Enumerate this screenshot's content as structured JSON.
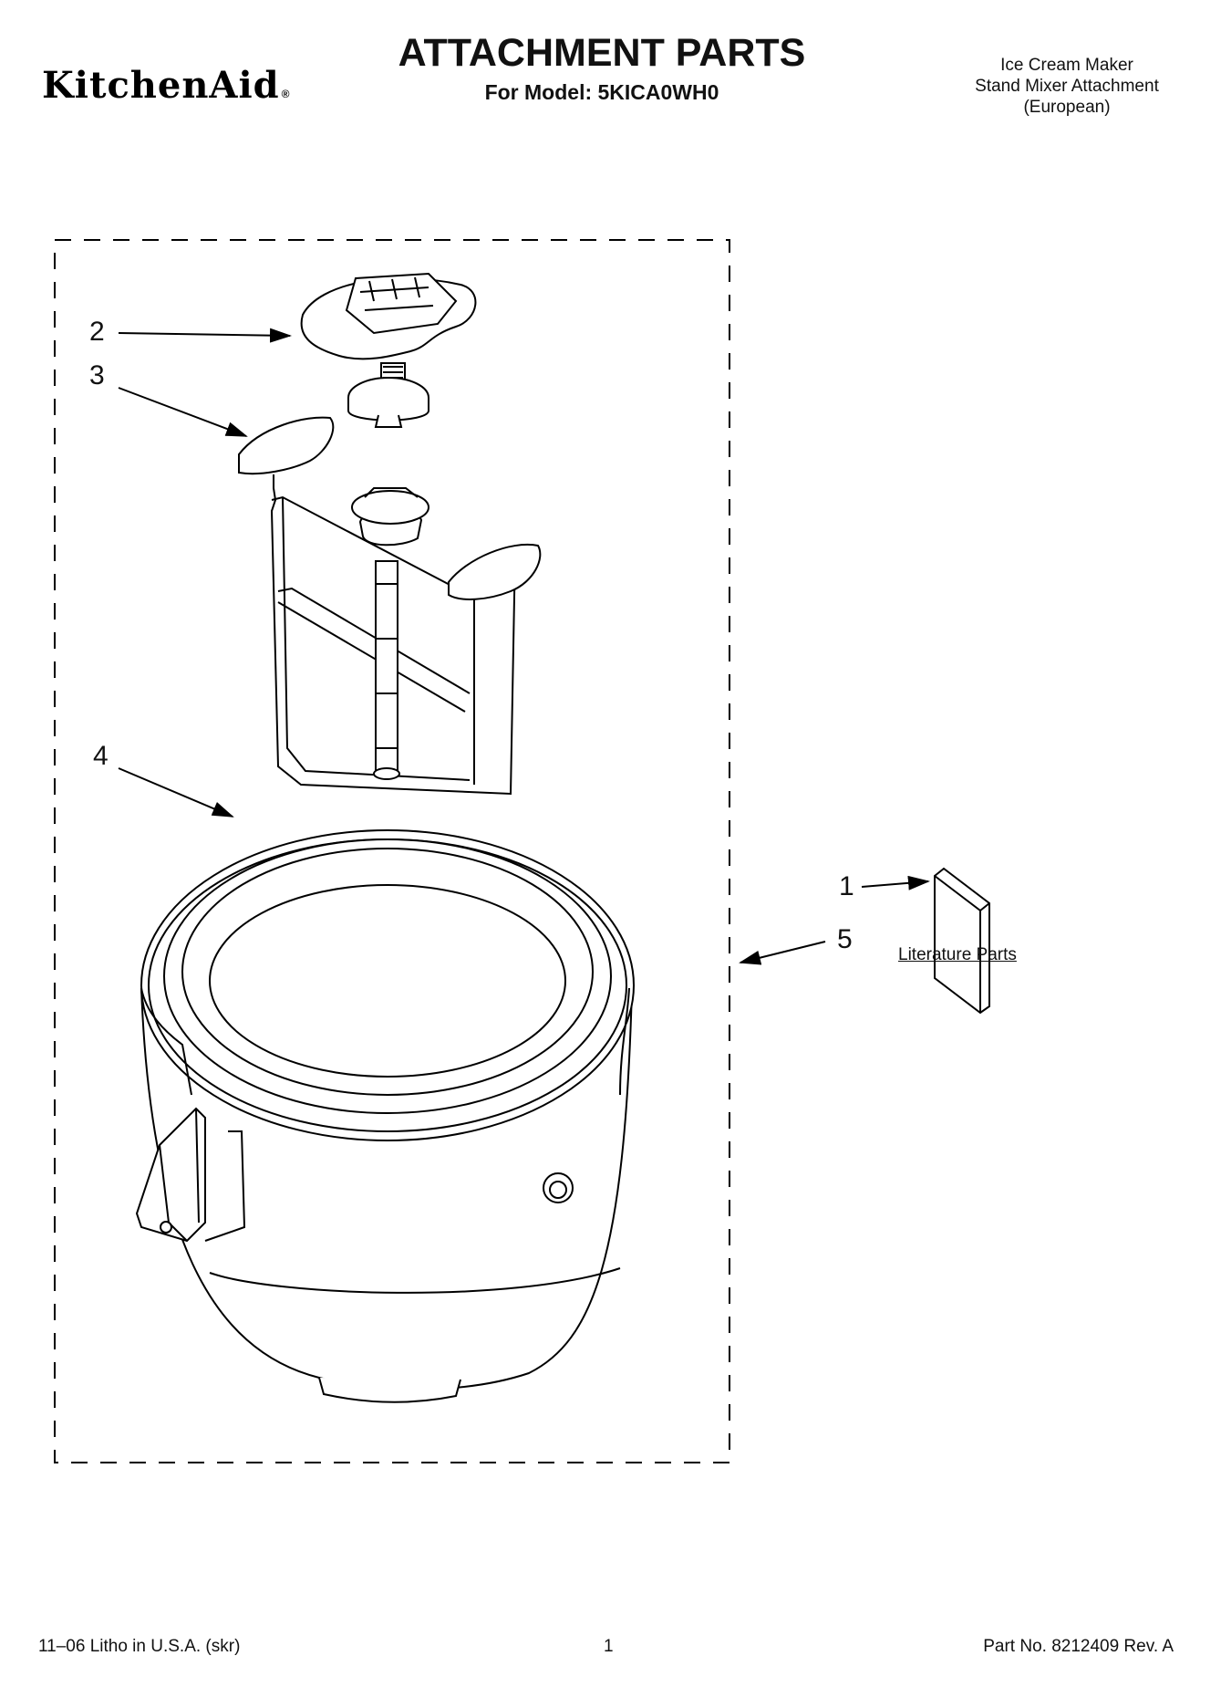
{
  "header": {
    "brand": "KitchenAid",
    "brand_mark": "®",
    "title": "ATTACHMENT PARTS",
    "subtitle": "For Model: 5KICA0WH0",
    "description": [
      "Ice Cream Maker",
      "Stand Mixer Attachment",
      "(European)"
    ]
  },
  "callouts": {
    "c1": "1",
    "c2": "2",
    "c3": "3",
    "c4": "4",
    "c5": "5"
  },
  "literature_label": "Literature Parts",
  "footer": {
    "print_info": "11–06 Litho in U.S.A. (skr)",
    "page_number": "1",
    "part_no": "Part No. 8212409 Rev. A"
  }
}
